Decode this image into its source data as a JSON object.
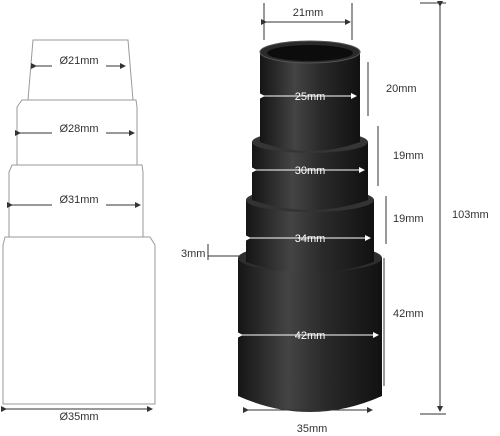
{
  "left_outline": {
    "sections": [
      {
        "label": "Ø21mm"
      },
      {
        "label": "Ø28mm"
      },
      {
        "label": "Ø31mm"
      },
      {
        "label": "Ø35mm"
      }
    ]
  },
  "right_product": {
    "top_width": "21mm",
    "bottom_width": "35mm",
    "inner_diameters": [
      "25mm",
      "30mm",
      "34mm",
      "42mm"
    ],
    "step_heights": [
      "20mm",
      "19mm",
      "19mm",
      "42mm"
    ],
    "wall": "3mm",
    "total_height": "103mm"
  },
  "colors": {
    "outline": "#9a9a9a",
    "arrow": "#333333",
    "body_dark": "#1c1c1c",
    "body_mid": "#3a3a3a",
    "highlight": "#5a5a5a"
  }
}
